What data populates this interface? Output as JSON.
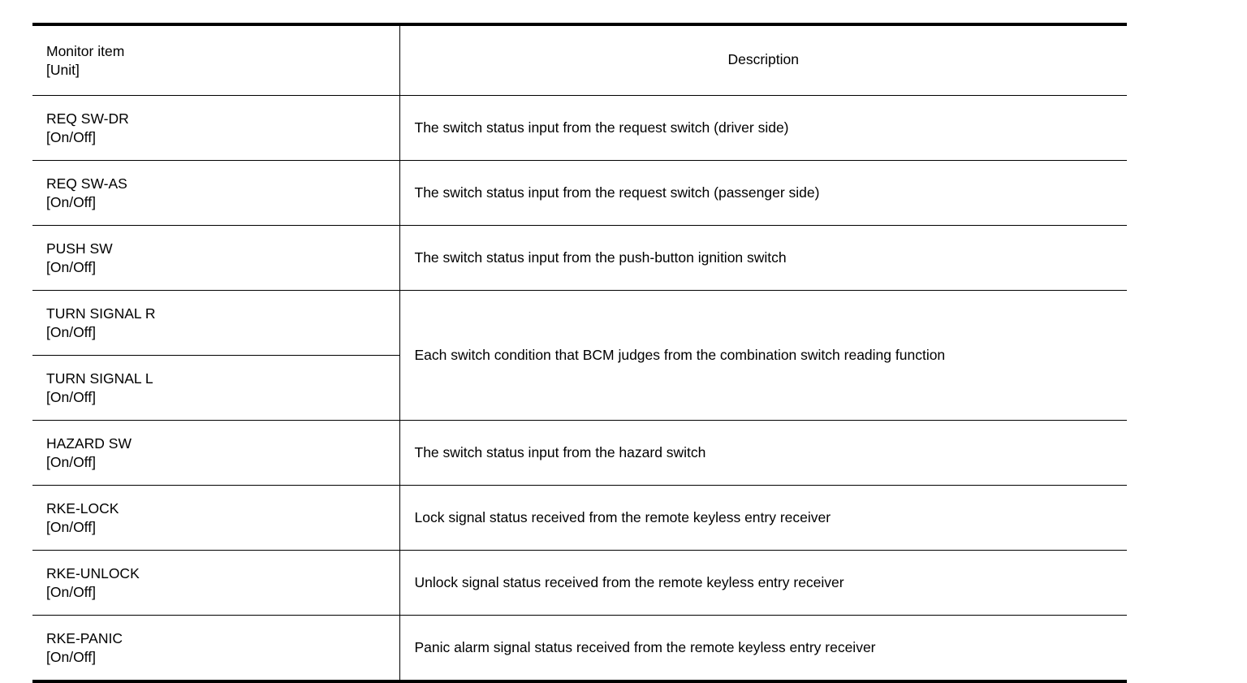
{
  "table": {
    "name": "monitor-item-description-table",
    "headers": {
      "monitor_item_line1": "Monitor item",
      "monitor_item_line2": "[Unit]",
      "description": "Description"
    },
    "rows": [
      {
        "item": "REQ SW-DR",
        "unit": "[On/Off]",
        "description": "The switch status input from the request switch (driver side)"
      },
      {
        "item": "REQ SW-AS",
        "unit": "[On/Off]",
        "description": "The switch status input from the request switch (passenger side)"
      },
      {
        "item": "PUSH SW",
        "unit": "[On/Off]",
        "description": "The switch status input from the push-button ignition switch"
      },
      {
        "item": "TURN SIGNAL R",
        "unit": "[On/Off]",
        "description": "Each switch condition that BCM judges from the combination switch reading function",
        "description_rowspan": 2
      },
      {
        "item": "TURN SIGNAL L",
        "unit": "[On/Off]",
        "description": null
      },
      {
        "item": "HAZARD SW",
        "unit": "[On/Off]",
        "description": "The switch status input from the hazard switch"
      },
      {
        "item": "RKE-LOCK",
        "unit": "[On/Off]",
        "description": "Lock signal status received from the remote keyless entry receiver"
      },
      {
        "item": "RKE-UNLOCK",
        "unit": "[On/Off]",
        "description": "Unlock signal status received from the remote keyless entry receiver"
      },
      {
        "item": "RKE-PANIC",
        "unit": "[On/Off]",
        "description": "Panic alarm signal status received from the remote keyless entry receiver"
      }
    ]
  },
  "colors": {
    "text": "#000000",
    "rule": "#000000",
    "background": "#ffffff"
  }
}
